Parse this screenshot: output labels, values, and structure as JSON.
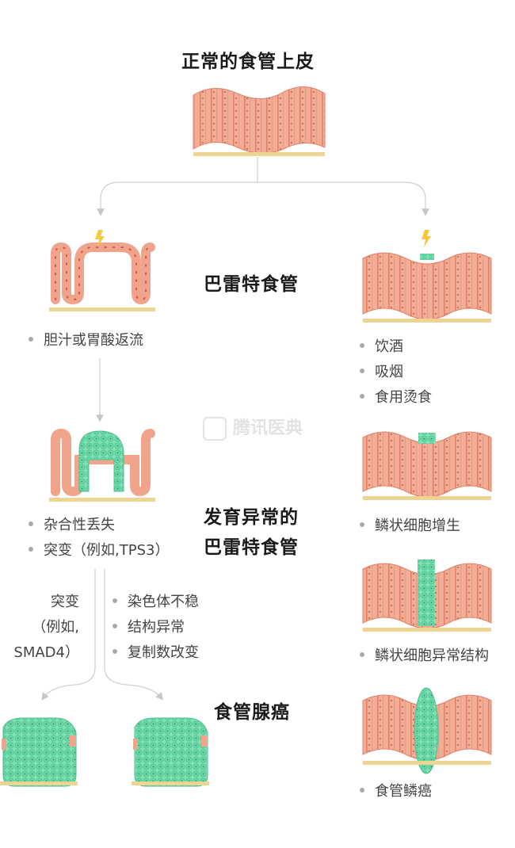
{
  "main_title": "正常的食管上皮",
  "stage_barrett": "巴雷特食管",
  "stage_dysplasia_line1": "发育异常的",
  "stage_dysplasia_line2": "巴雷特食管",
  "stage_adeno": "食管腺癌",
  "barrett_causes": [
    "胆汁或胃酸返流"
  ],
  "squamous_causes": [
    "饮酒",
    "吸烟",
    "食用烫食"
  ],
  "dysplasia_causes": [
    "杂合性丢失",
    "突变（例如,TPS3）"
  ],
  "left_branch_label": [
    "突变",
    "（例如,",
    "SMAD4）"
  ],
  "right_branch_causes": [
    "染色体不稳",
    "结构异常",
    "复制数改变"
  ],
  "squamous_hyperplasia": "鳞状细胞增生",
  "squamous_dysplasia": "鳞状细胞异常结构",
  "squamous_carcinoma": "食管鳞癌",
  "watermark": "腾讯医典",
  "colors": {
    "epithelium": "#f0a48c",
    "epithelium_dark": "#e07f68",
    "base": "#ecd592",
    "abnormal": "#6fdcaa",
    "lightning": "#f5c842",
    "arrow": "#c7c7c7"
  }
}
